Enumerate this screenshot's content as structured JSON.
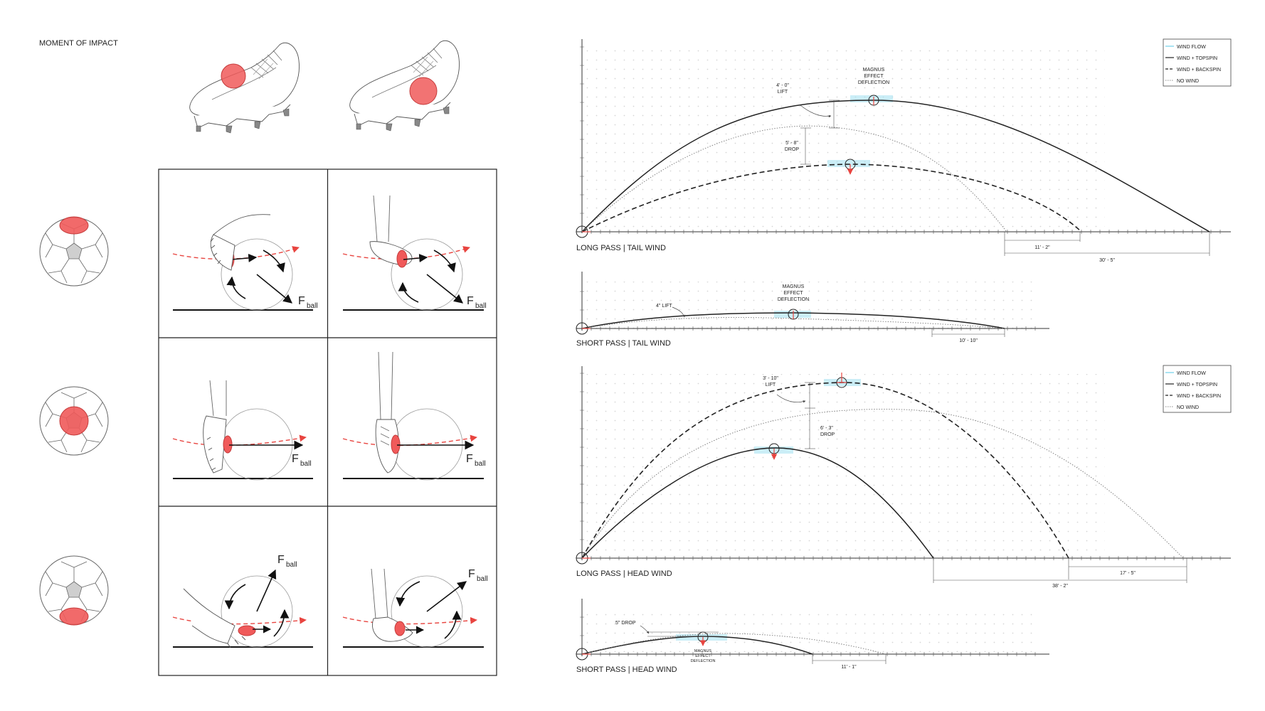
{
  "left": {
    "title": "MOMENT OF IMPACT",
    "force_main": "F",
    "force_sub": "ball"
  },
  "charts": {
    "long_tail": {
      "title": "LONG PASS | TAIL WIND",
      "magnus": [
        "MAGNUS",
        "EFFECT",
        "DEFLECTION"
      ],
      "lift": [
        "4' - 0\"",
        "LIFT"
      ],
      "drop": [
        "5' - 8\"",
        "DROP"
      ],
      "dim1": "11' - 2\"",
      "dim2": "30' - 5\""
    },
    "short_tail": {
      "title": "SHORT PASS | TAIL WIND",
      "magnus": [
        "MAGNUS",
        "EFFECT",
        "DEFLECTION"
      ],
      "lift": "4\" LIFT",
      "dim1": "10' - 10\""
    },
    "long_head": {
      "title": "LONG PASS | HEAD WIND",
      "lift": [
        "3' - 10\"",
        "LIFT"
      ],
      "drop": [
        "6' - 3\"",
        "DROP"
      ],
      "dim1": "38' - 2\"",
      "dim2": "17' - 5\""
    },
    "short_head": {
      "title": "SHORT PASS | HEAD WIND",
      "magnus": [
        "MAGNUS",
        "EFFECT",
        "DEFLECTION"
      ],
      "drop": "5\" DROP",
      "dim1": "11' - 1\""
    }
  },
  "legend": [
    "WIND FLOW",
    "WIND + TOPSPIN",
    "WIND + BACKSPIN",
    "NO WIND"
  ],
  "colors": {
    "impact": "#f05a5a",
    "wind": "#a9e3f2",
    "arrow_red": "#e8443f"
  }
}
